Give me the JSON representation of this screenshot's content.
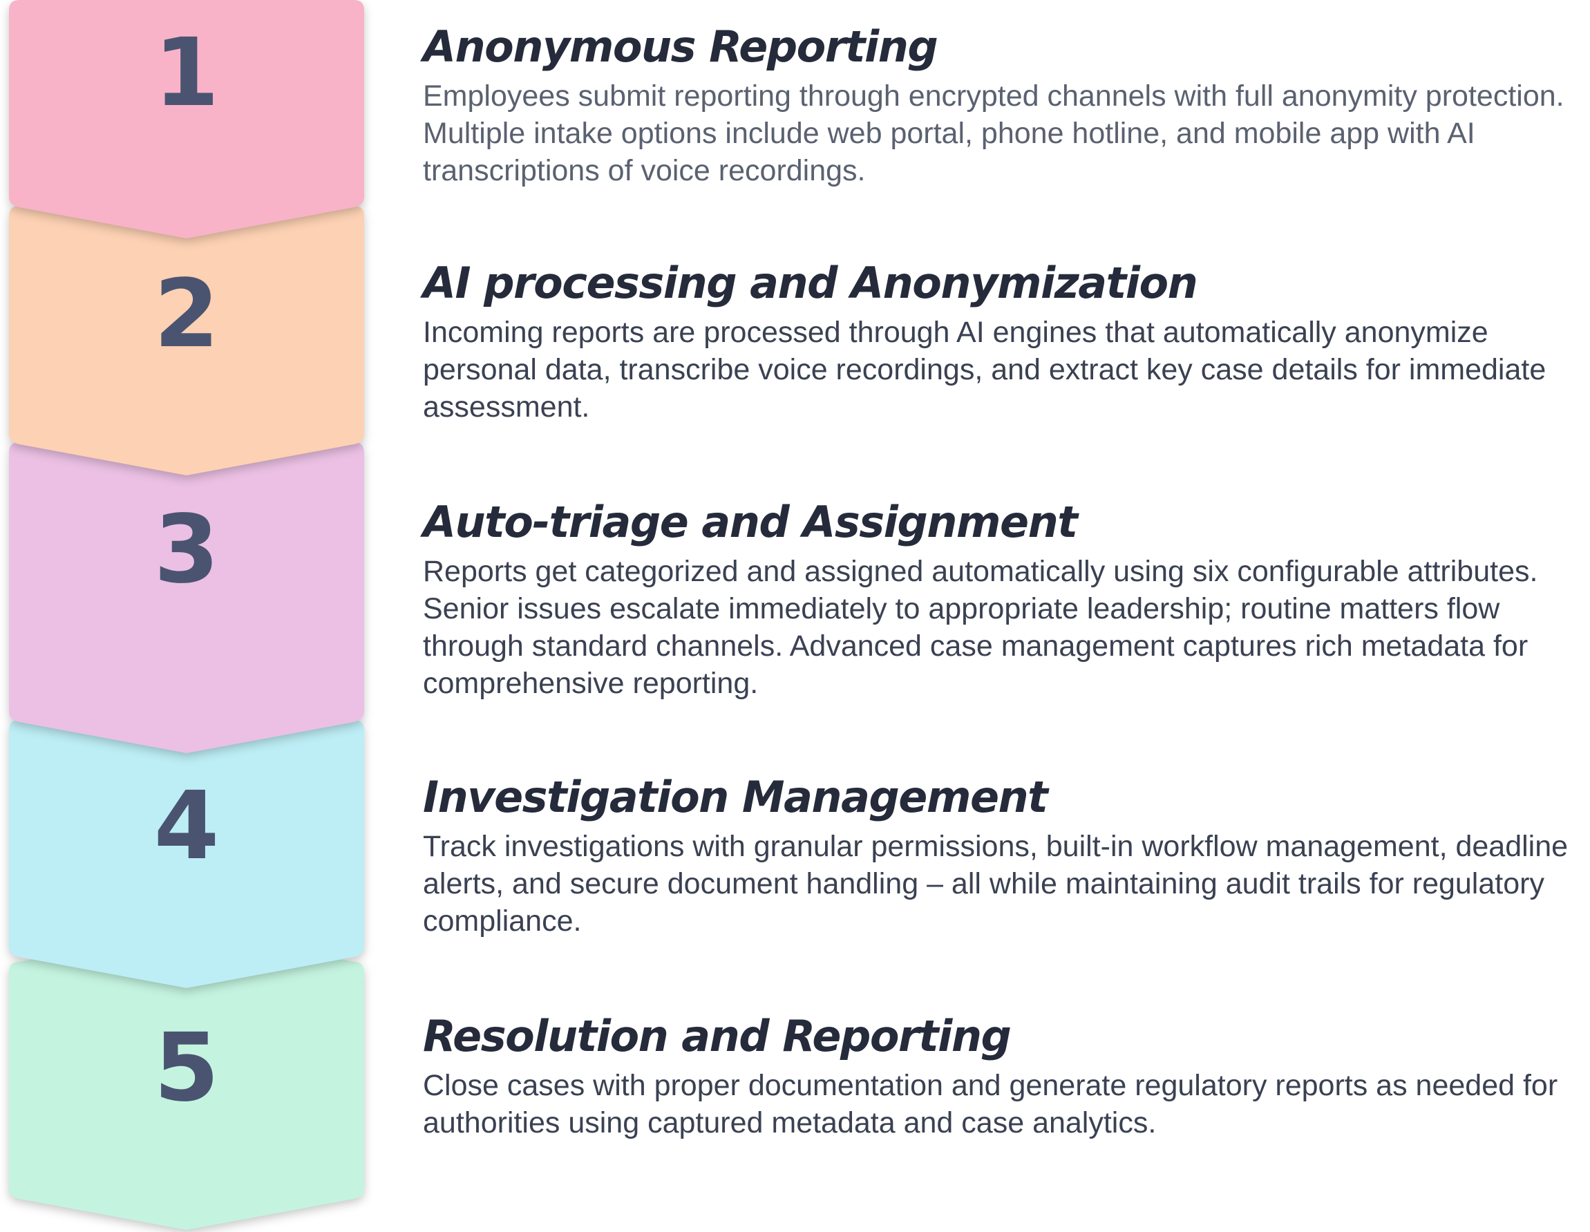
{
  "steps": [
    {
      "number": "1",
      "title": "Anonymous Reporting",
      "description": "Employees submit reporting through encrypted channels with full anonymity protection. Multiple intake options include web portal, phone hotline, and mobile app with AI transcriptions of voice recordings.",
      "color": "#f8b3c9"
    },
    {
      "number": "2",
      "title": "AI processing and Anonymization",
      "description": "Incoming reports are processed through AI engines that automatically anonymize personal data, transcribe voice recordings, and extract key case details for immediate assessment.",
      "color": "#fdd1b3"
    },
    {
      "number": "3",
      "title": "Auto-triage and Assignment",
      "description": "Reports get categorized and assigned automatically using six configurable attributes. Senior issues escalate immediately to appropriate leadership; routine matters flow through standard channels. Advanced case management captures rich metadata for comprehensive reporting.",
      "color": "#ebc0e4"
    },
    {
      "number": "4",
      "title": "Investigation Management",
      "description": "Track investigations with granular permissions, built-in workflow management, deadline alerts, and secure document handling – all while maintaining audit trails for regulatory compliance.",
      "color": "#bdeef5"
    },
    {
      "number": "5",
      "title": "Resolution and Reporting",
      "description": "Close cases with proper documentation and generate regulatory reports as needed for authorities using captured metadata and case analytics.",
      "color": "#c4f4e0"
    }
  ]
}
